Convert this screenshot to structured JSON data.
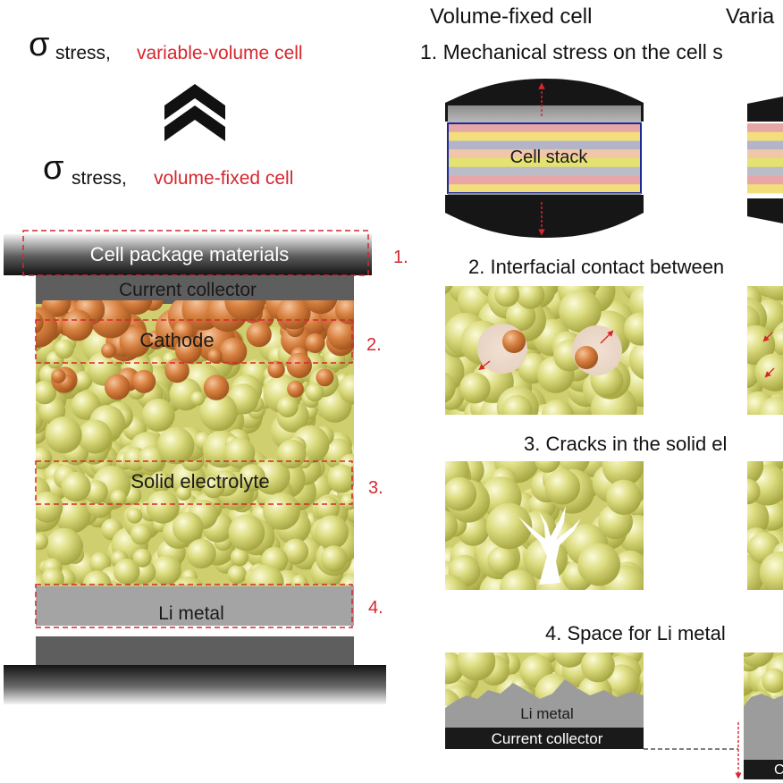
{
  "left": {
    "sigma": "σ",
    "top_sub": "stress,",
    "top_label": "variable-volume cell",
    "bottom_sub": "stress,",
    "bottom_label": "volume-fixed cell",
    "layers": {
      "package": "Cell package materials",
      "current_collector": "Current collector",
      "cathode": "Cathode",
      "electrolyte": "Solid electrolyte",
      "li_metal": "Li metal"
    },
    "markers": [
      "1.",
      "2.",
      "3.",
      "4."
    ]
  },
  "right": {
    "col1_header": "Volume-fixed cell",
    "col2_header": "Varia",
    "section1": "1. Mechanical stress on the cell s",
    "section2": "2. Interfacial contact between",
    "section3": "3. Cracks in the solid el",
    "section4": "4. Space for Li metal",
    "cell_stack": "Cell stack",
    "li_metal": "Li metal",
    "current_collector": "Current collector",
    "partial_c": "C"
  },
  "colors": {
    "accent_red": "#d7262e",
    "particle_yellow": "#d8d877",
    "cathode_orange": "#d9854a",
    "stack_stripes": [
      "#e8a7a7",
      "#f2df7b",
      "#b4b4c8",
      "#f0c7a8",
      "#e5e36f",
      "#bcbcc6",
      "#e8a7a7",
      "#f2df7b"
    ]
  }
}
